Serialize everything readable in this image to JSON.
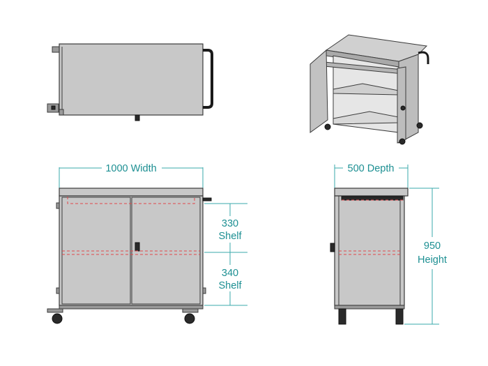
{
  "dimensions": {
    "width": {
      "value": "1000",
      "label": "Width"
    },
    "depth": {
      "value": "500",
      "label": "Depth"
    },
    "height": {
      "value": "950",
      "label": "Height"
    },
    "shelf_upper": {
      "value": "330",
      "label": "Shelf"
    },
    "shelf_lower": {
      "value": "340",
      "label": "Shelf"
    }
  },
  "colors": {
    "dimension": "#1c8f92",
    "body": "#c8c8c8",
    "outline": "#3a3a3a",
    "hidden_line": "#e0474c"
  }
}
